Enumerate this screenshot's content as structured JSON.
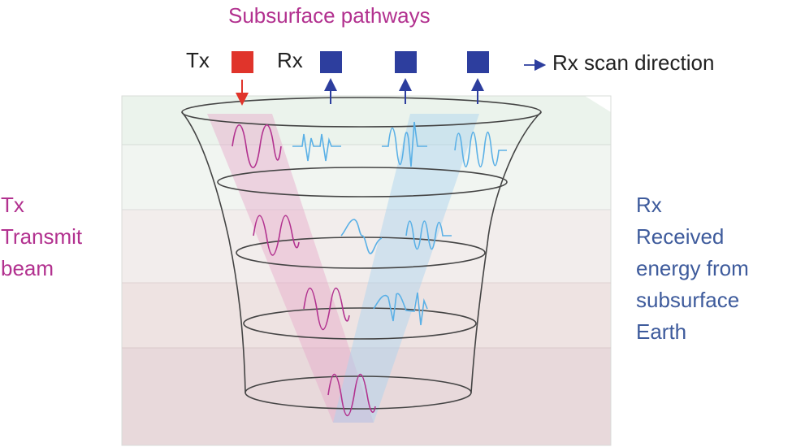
{
  "title": "Subsurface pathways",
  "top_labels": {
    "tx": "Tx",
    "rx": "Rx",
    "scan_direction": "Rx scan direction"
  },
  "left_panel": {
    "lines": [
      "Tx",
      "Transmit",
      "beam"
    ]
  },
  "right_panel": {
    "lines": [
      "Rx",
      "Received",
      "energy from",
      "subsurface",
      "Earth"
    ]
  },
  "colors": {
    "tx_square": "#e0342b",
    "rx_square": "#2d3e9e",
    "tx_arrow": "#e0342b",
    "rx_arrow": "#2d3e9e",
    "tx_wave": "#b2318f",
    "rx_wave": "#5ab0e6",
    "title": "#b2318f",
    "right_text": "#3e5b9c"
  },
  "receiver_count": 3,
  "layer_count": 4
}
